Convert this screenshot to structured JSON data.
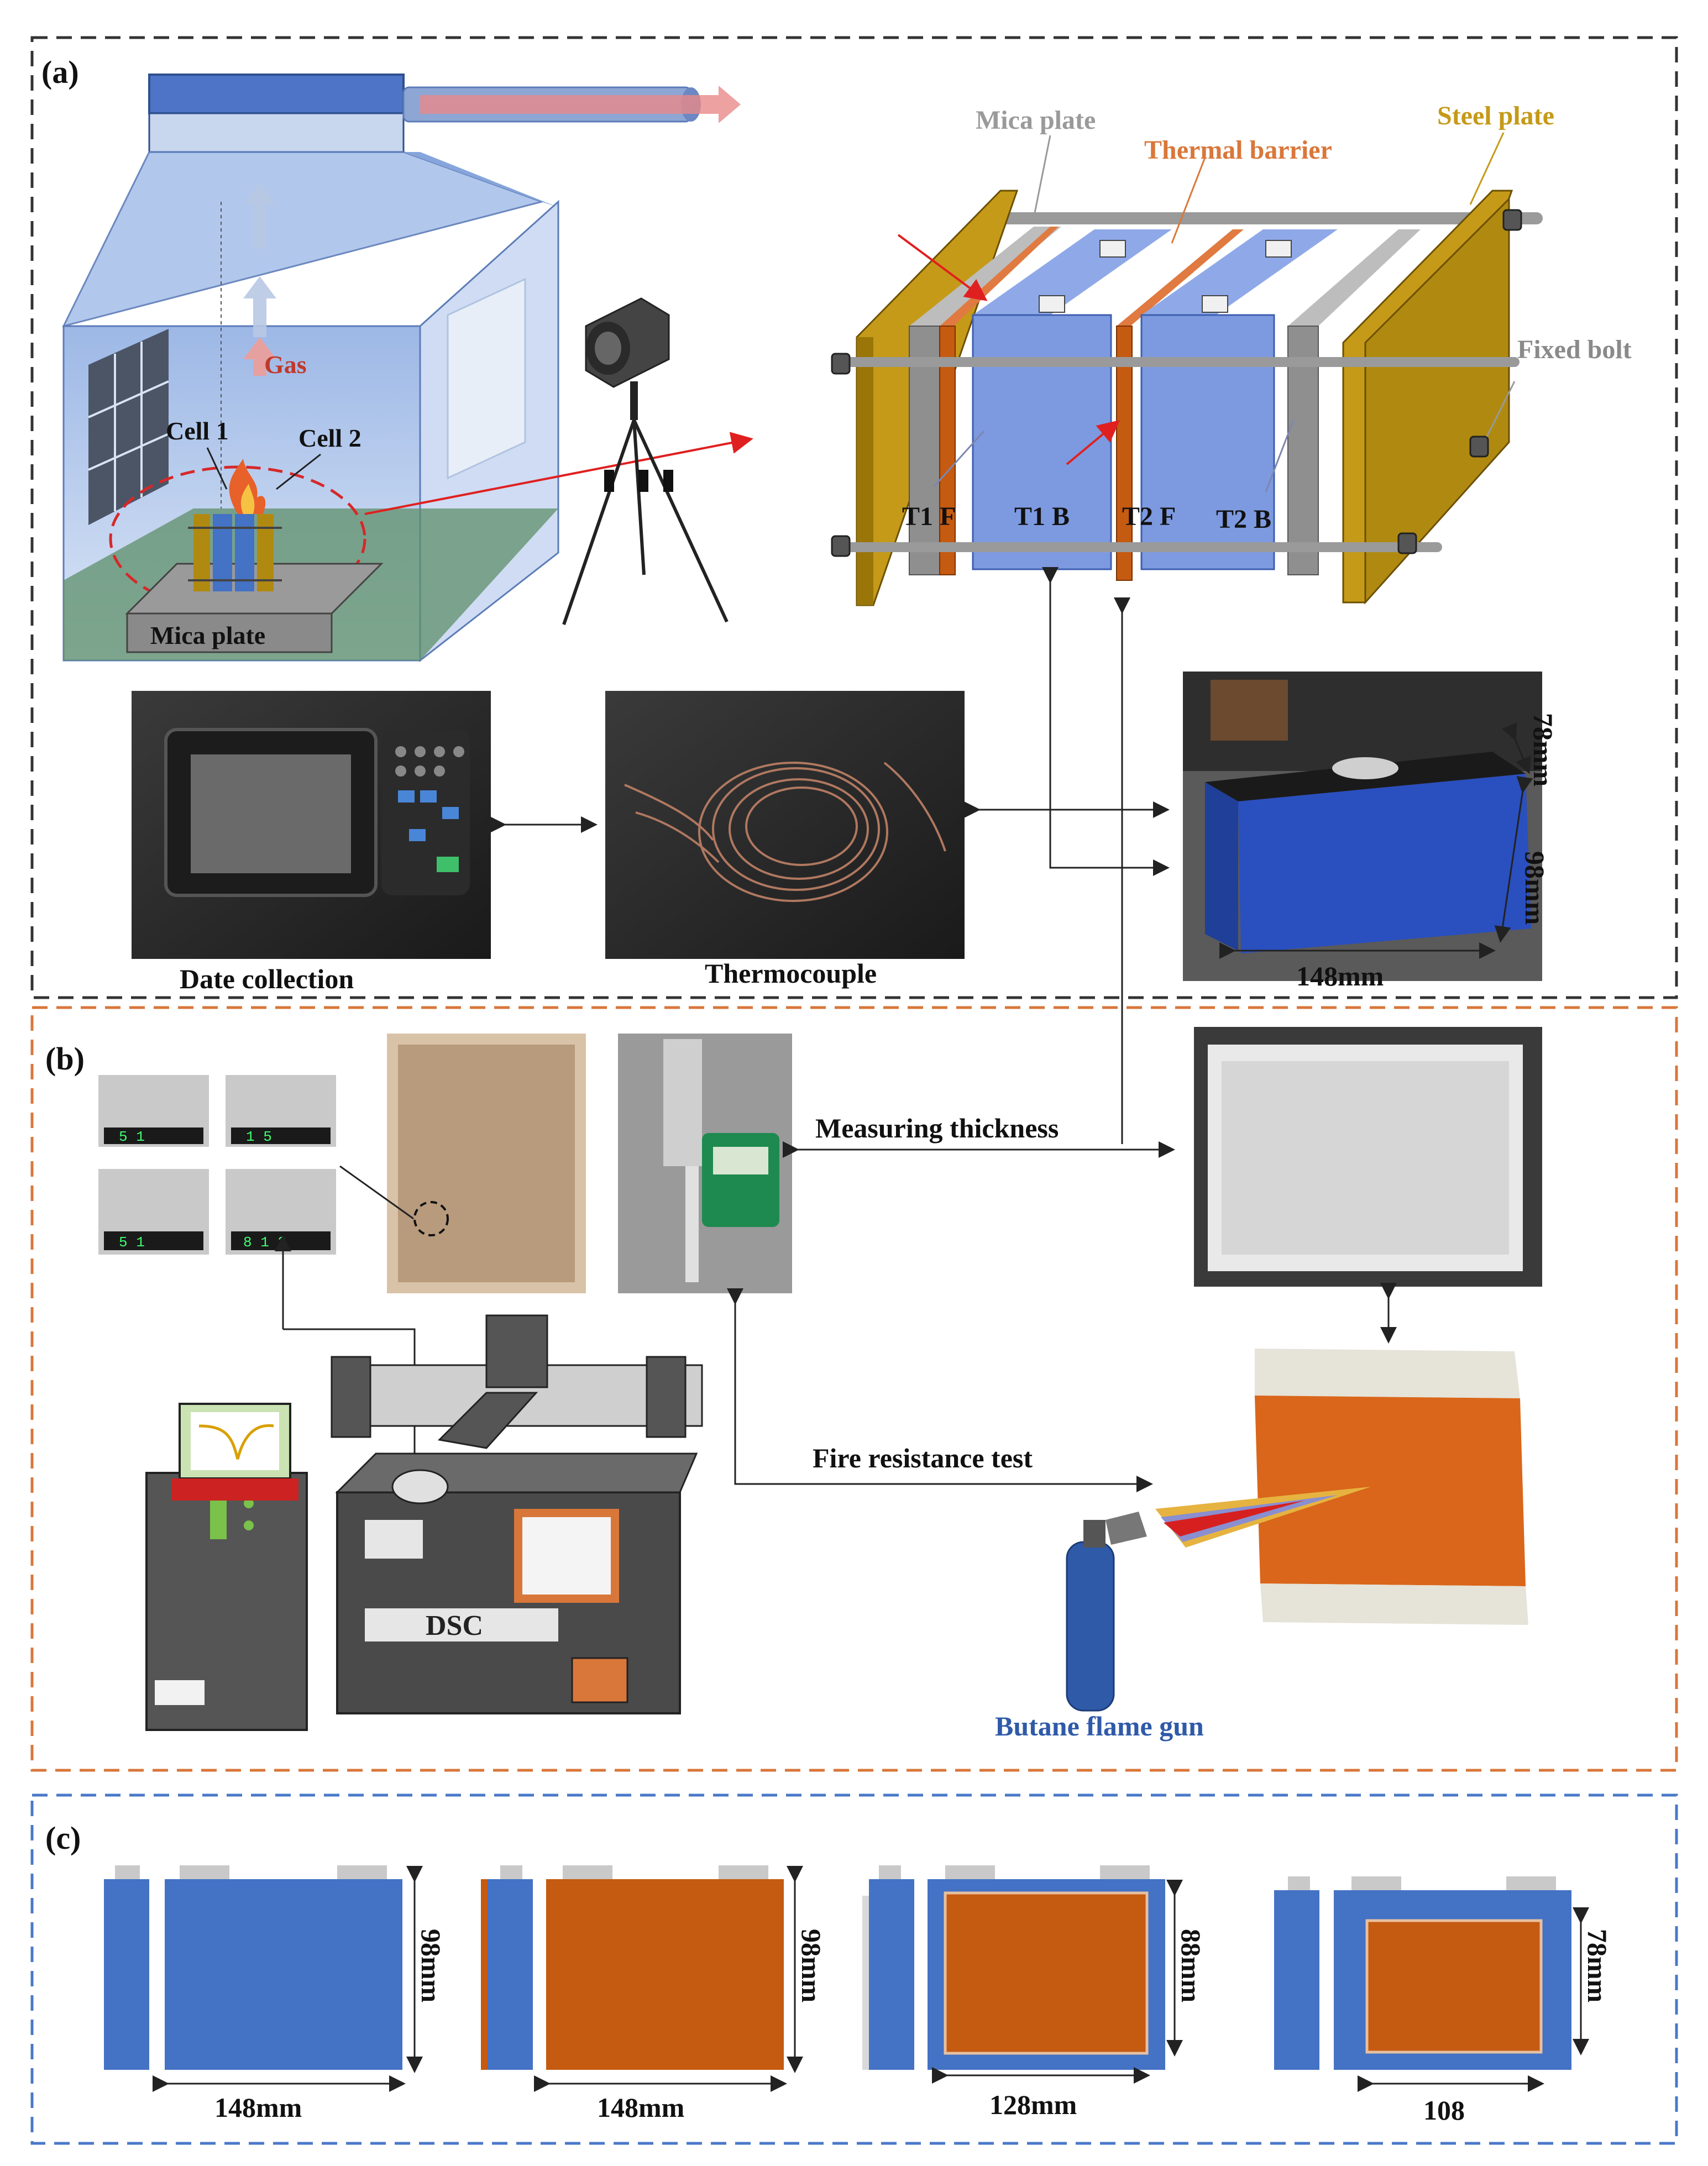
{
  "panels": {
    "a": {
      "label": "(a)",
      "chamber": {
        "gas_label": "Gas",
        "cell1_label": "Cell 1",
        "cell2_label": "Cell 2",
        "base_label": "Mica plate"
      },
      "fixture": {
        "mica_plate_label": "Mica plate",
        "thermal_barrier_label": "Thermal barrier",
        "steel_plate_label": "Steel plate",
        "fixed_bolt_label": "Fixed bolt",
        "t1f": "T1 F",
        "t1b": "T1 B",
        "t2f": "T2 F",
        "t2b": "T2 B"
      },
      "photos": {
        "data_collection_caption": "Date collection",
        "thermocouple_caption": "Thermocouple",
        "cell_dim_width": "148mm",
        "cell_dim_height": "98mm",
        "cell_dim_depth": "78mm"
      }
    },
    "b": {
      "label": "(b)",
      "scale_readings": [
        "5 1",
        "1 5",
        "5 1",
        "8 1 3"
      ],
      "measuring_thickness": "Measuring thickness",
      "fire_resistance_test": "Fire resistance test",
      "dsc_label": "DSC",
      "butane_label": "Butane flame gun"
    },
    "c": {
      "label": "(c)",
      "configs": [
        {
          "width": "148mm",
          "height": "98mm"
        },
        {
          "width": "148mm",
          "height": "98mm"
        },
        {
          "width": "128mm",
          "height": "88mm"
        },
        {
          "width": "108",
          "height": "78mm"
        }
      ]
    }
  },
  "colors": {
    "panel_a_border": "#333333",
    "panel_b_border": "#d9773a",
    "panel_c_border": "#4a78c9",
    "cell_blue": "#4472c4",
    "barrier_orange": "#c55a11",
    "steel_plate": "#b08a10",
    "gas_red": "#c0392b"
  }
}
